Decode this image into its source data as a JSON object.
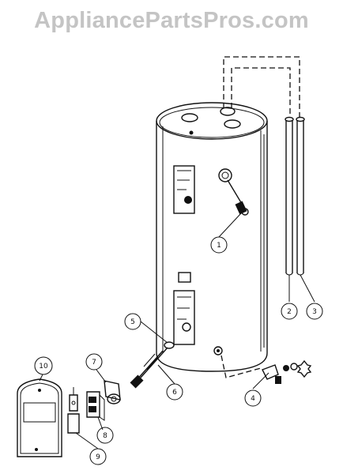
{
  "watermark": "AppliancePartsPros.com",
  "callouts": [
    {
      "id": "callout-1",
      "number": "1"
    },
    {
      "id": "callout-2",
      "number": "2"
    },
    {
      "id": "callout-3",
      "number": "3"
    },
    {
      "id": "callout-4",
      "number": "4"
    },
    {
      "id": "callout-5",
      "number": "5"
    },
    {
      "id": "callout-6",
      "number": "6"
    },
    {
      "id": "callout-7",
      "number": "7"
    },
    {
      "id": "callout-8",
      "number": "8"
    },
    {
      "id": "callout-9",
      "number": "9"
    },
    {
      "id": "callout-10",
      "number": "10"
    }
  ],
  "colors": {
    "line": "#111111",
    "watermark": "#c4c4c4",
    "background": "#ffffff"
  }
}
